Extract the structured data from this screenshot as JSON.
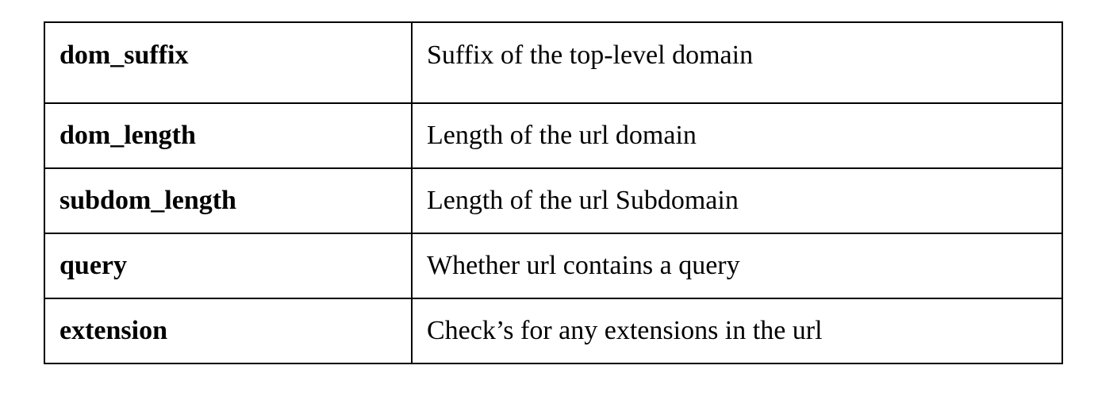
{
  "table": {
    "rows": [
      {
        "name": "dom_suffix",
        "description": "Suffix of the top-level domain"
      },
      {
        "name": "dom_length",
        "description": "Length of the url domain"
      },
      {
        "name": "subdom_length",
        "description": "Length of the url Subdomain"
      },
      {
        "name": "query",
        "description": "Whether url contains a query"
      },
      {
        "name": "extension",
        "description": "Check’s for any extensions in the url"
      }
    ]
  }
}
